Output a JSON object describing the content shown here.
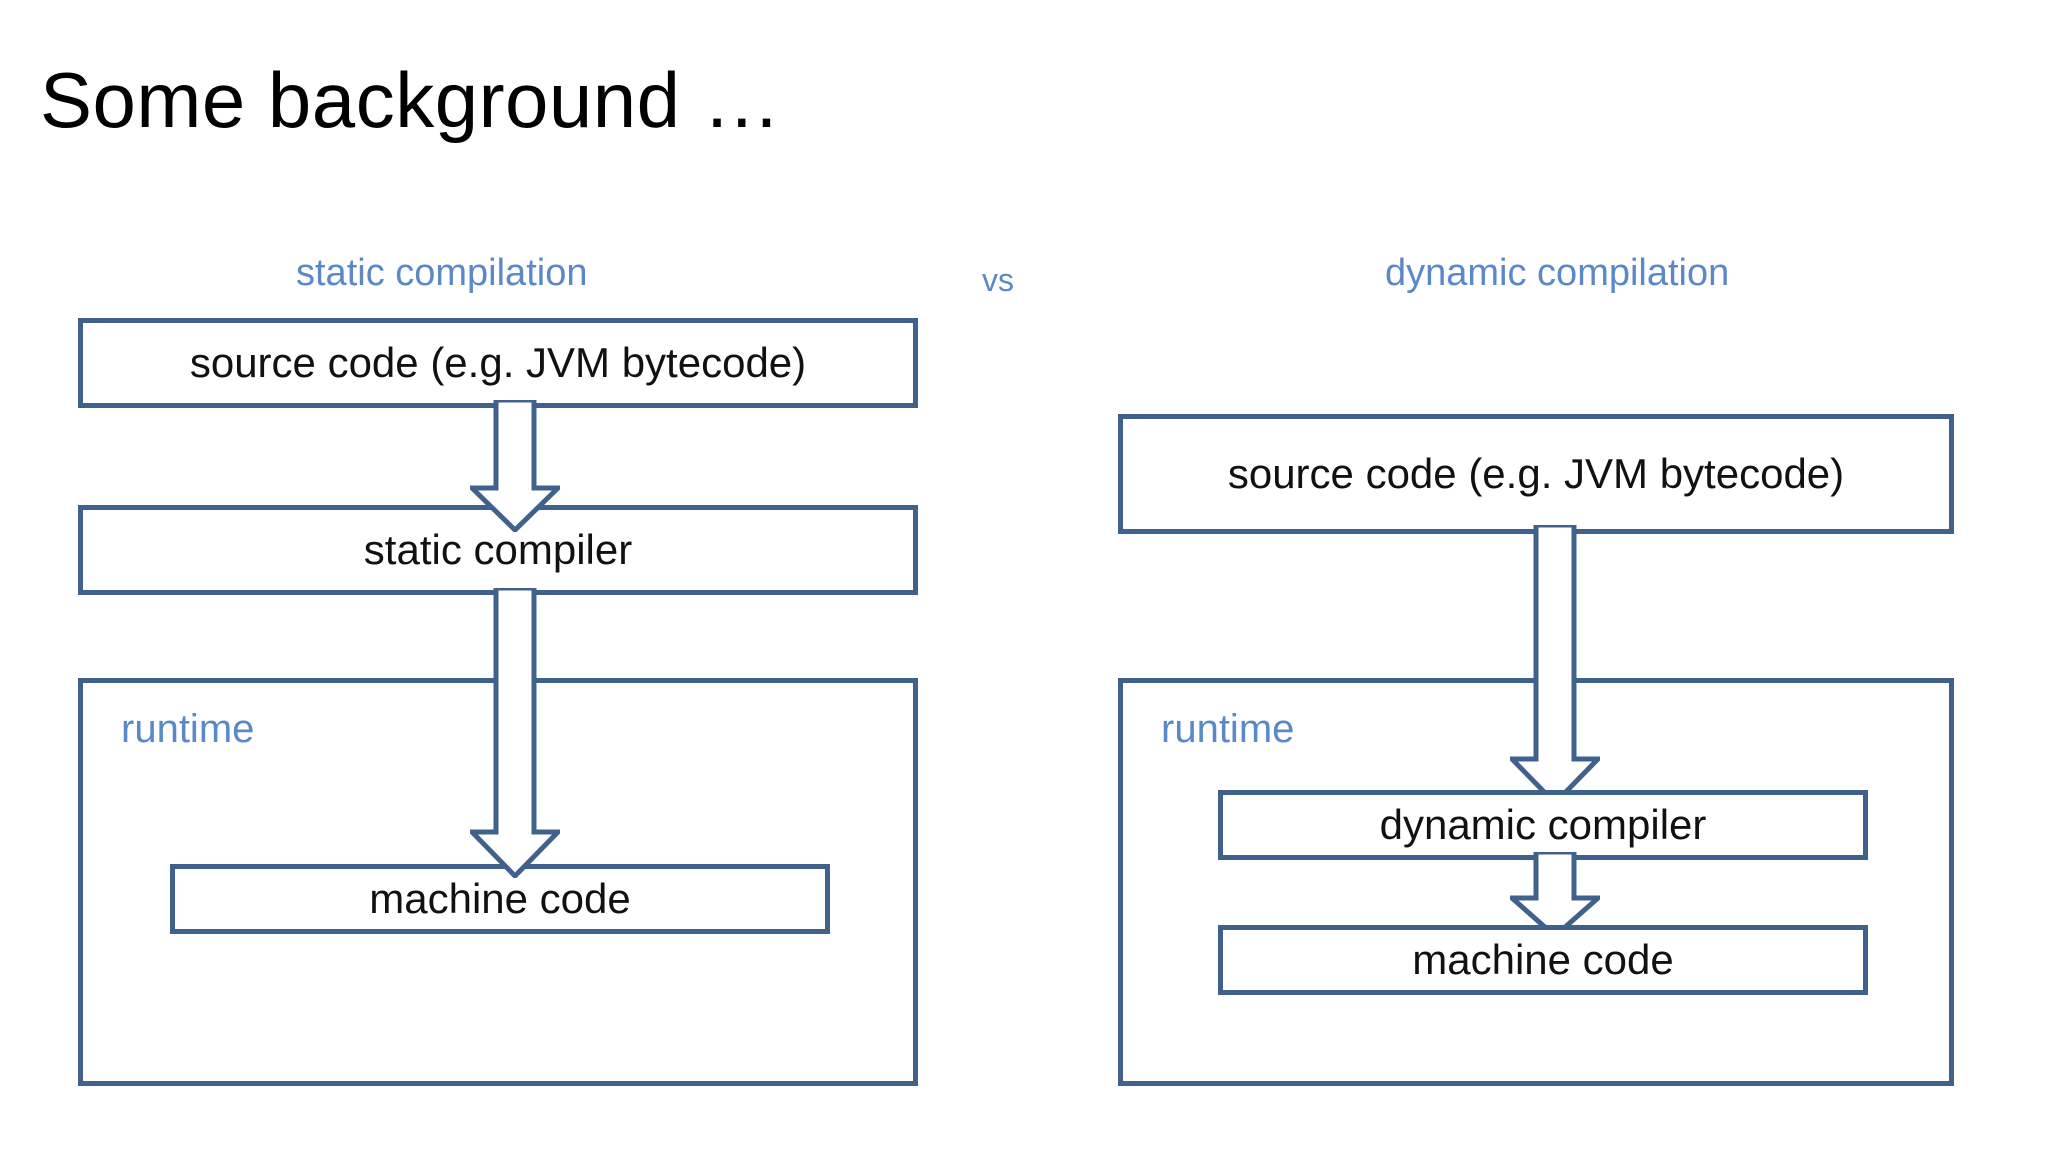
{
  "slide": {
    "title": "Some background …",
    "background_color": "#ffffff",
    "accent_border_color": "#41618d",
    "accent_text_color": "#5b88c9",
    "body_text_color": "#111111"
  },
  "headers": {
    "left": "static compilation",
    "separator": "vs",
    "right": "dynamic compilation"
  },
  "left_diagram": {
    "source_code": "source code (e.g. JVM bytecode)",
    "compiler": "static compiler",
    "runtime": "runtime",
    "machine_code": "machine code"
  },
  "right_diagram": {
    "source_code": "source code (e.g. JVM bytecode)",
    "runtime": "runtime",
    "compiler": "dynamic compiler",
    "machine_code": "machine code"
  },
  "arrows": {
    "left_source_to_compiler": "down-block-arrow",
    "left_compiler_to_machine": "down-block-arrow",
    "right_source_to_compiler": "down-block-arrow",
    "right_compiler_to_machine": "down-block-arrow"
  }
}
